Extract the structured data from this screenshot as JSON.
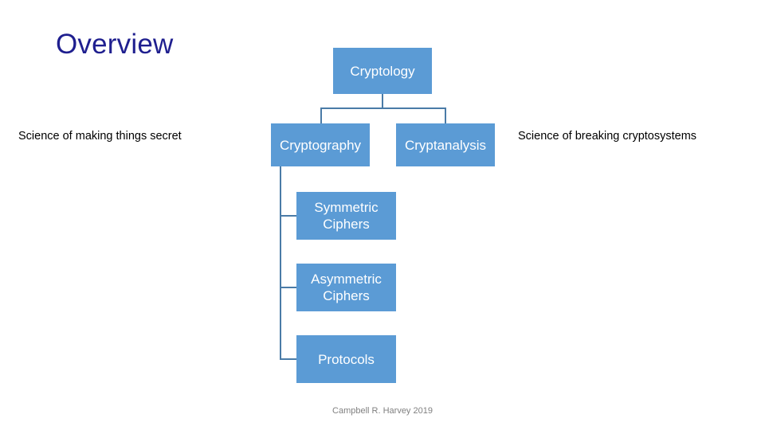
{
  "slide": {
    "title": "Overview",
    "footer": "Campbell R. Harvey 2019",
    "colors": {
      "title_text": "#1F1F8F",
      "node_fill": "#5B9BD5",
      "node_text": "#FFFFFF",
      "connector": "#4A7BA7",
      "note_text": "#000000",
      "footer_text": "#808080",
      "background": "#FFFFFF"
    }
  },
  "notes": {
    "left": "Science of making things secret",
    "right": "Science of breaking cryptosystems"
  },
  "diagram": {
    "type": "tree",
    "root": {
      "id": "cryptology",
      "label": "Cryptology"
    },
    "children": [
      {
        "id": "cryptography",
        "label": "Cryptography"
      },
      {
        "id": "cryptanalysis",
        "label": "Cryptanalysis"
      }
    ],
    "cryptography_children": [
      {
        "id": "symmetric",
        "label": "Symmetric Ciphers"
      },
      {
        "id": "asymmetric",
        "label": "Asymmetric Ciphers"
      },
      {
        "id": "protocols",
        "label": "Protocols"
      }
    ]
  }
}
